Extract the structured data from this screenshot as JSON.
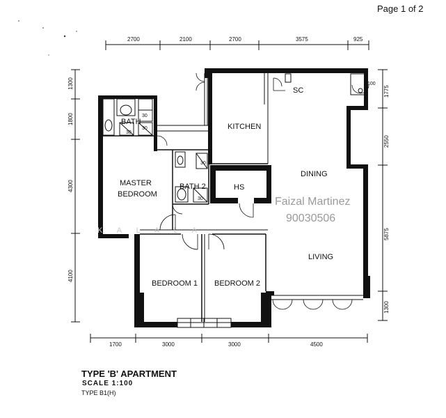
{
  "page_number": "Page 1 of 2",
  "dimensions": {
    "top": [
      "2700",
      "2100",
      "2700",
      "3575",
      "925"
    ],
    "bottom": [
      "1700",
      "3000",
      "3000",
      "4500"
    ],
    "left": [
      "1300",
      "1800",
      "4300",
      "4100"
    ],
    "right": [
      "1775",
      "2550",
      "5875",
      "1300"
    ]
  },
  "rooms": {
    "bath": "BATH",
    "master_bedroom_line1": "MASTER",
    "master_bedroom_line2": "BEDROOM",
    "bath2": "BATH 2",
    "kitchen": "KITCHEN",
    "hs": "HS",
    "sc": "SC",
    "dining": "DINING",
    "living": "LIVING",
    "bedroom1": "BEDROOM 1",
    "bedroom2": "BEDROOM 2"
  },
  "fixture_labels": {
    "bath_a": "30",
    "bath_b": "30",
    "bath_c": "30",
    "bath2_a": "30",
    "bath2_b": "30",
    "top_right": "100"
  },
  "watermark": {
    "name": "Faizal Martinez",
    "number": "90030506",
    "faint": "K   A   L   A   L   A"
  },
  "title_block": {
    "title": "TYPE 'B' APARTMENT",
    "scale": "SCALE  1:100",
    "type_code": "TYPE B1(H)"
  }
}
